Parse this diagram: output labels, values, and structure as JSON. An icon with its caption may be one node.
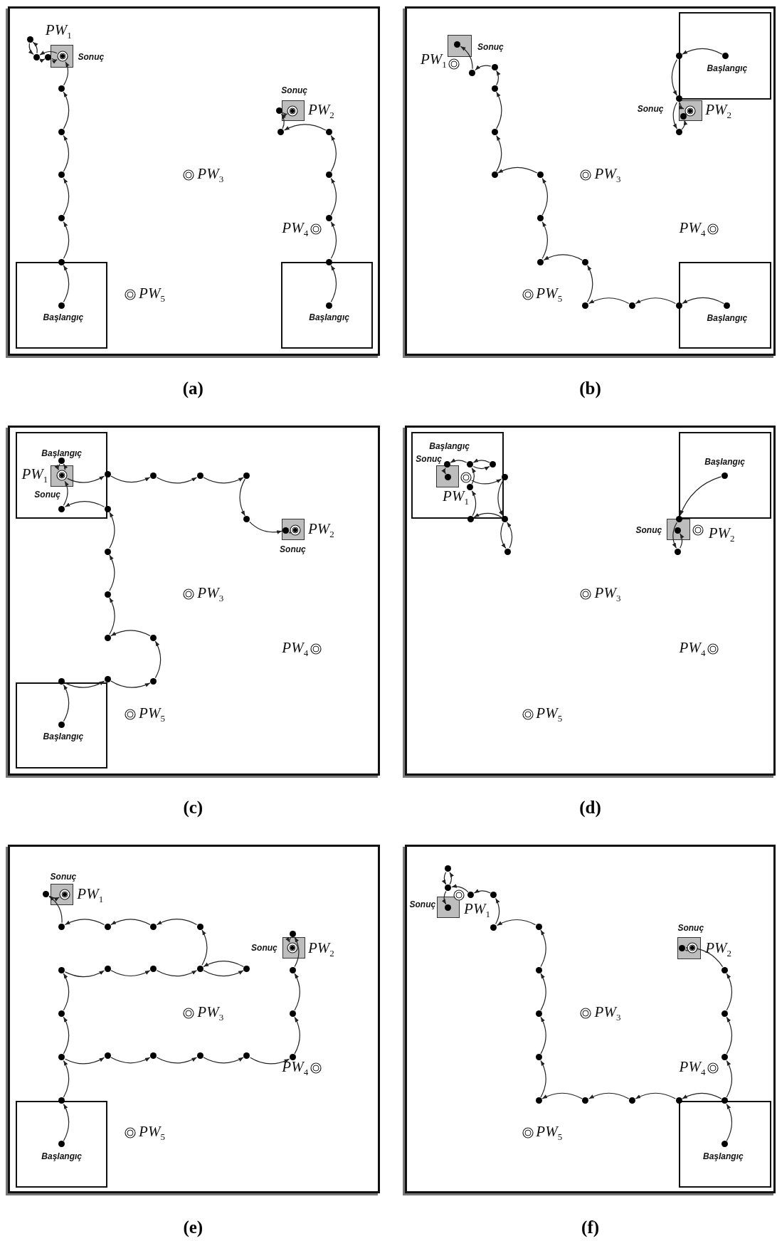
{
  "diagram": {
    "nodes": [
      {
        "text": [],
        "shape": "box",
        "beside": [
          "(a)"
        ]
      },
      {
        "text": [
          "Başlangıç"
        ],
        "in": 0
      },
      {
        "text": [
          "Başlangıç"
        ],
        "in": 0
      },
      {
        "text": [],
        "shape": "box",
        "in": 0,
        "beside": [
          "Sonuç"
        ]
      },
      {
        "text": [],
        "shape": "circle",
        "in": 3,
        "beside": [
          "PW$_{1}$"
        ]
      },
      {
        "text": [],
        "shape": "box",
        "in": 0,
        "beside": [
          "Sonuç"
        ]
      },
      {
        "text": [],
        "shape": "circle",
        "in": 5,
        "beside": [
          "PW$_{2}$"
        ]
      },
      {
        "text": [],
        "shape": "circle",
        "in": 0,
        "beside": [
          "PW$_{3}$"
        ]
      },
      {
        "text": [],
        "shape": "circle",
        "in": 0,
        "beside": [
          "PW$_{4}$"
        ]
      },
      {
        "text": [],
        "shape": "circle",
        "in": 0,
        "beside": [
          "PW$_{5}$"
        ]
      },
      {
        "text": [],
        "shape": "circle",
        "in": 1
      },
      {
        "text": [],
        "shape": "circle",
        "in": 0
      },
      {
        "text": [],
        "shape": "circle",
        "in": 0
      },
      {
        "text": [],
        "shape": "circle",
        "in": 0
      },
      {
        "text": [],
        "shape": "circle",
        "in": 0
      },
      {
        "text": [],
        "shape": "circle",
        "in": 0
      },
      {
        "text": [],
        "shape": "circle",
        "in": 0
      },
      {
        "text": [],
        "shape": "circle",
        "in": 0
      },
      {
        "text": [],
        "shape": "circle",
        "in": 0
      },
      {
        "text": [],
        "shape": "circle",
        "in": 2
      },
      {
        "text": [],
        "shape": "circle",
        "in": 0
      },
      {
        "text": [],
        "shape": "circle",
        "in": 0
      },
      {
        "text": [],
        "shape": "circle",
        "in": 0
      },
      {
        "text": [],
        "shape": "circle",
        "in": 0
      },
      {
        "text": [],
        "shape": "circle",
        "in": 0
      },
      {
        "text": [],
        "shape": "circle",
        "in": 0
      },
      {
        "text": [],
        "shape": "box",
        "beside": [
          "(b)"
        ]
      },
      {
        "text": [
          "Başlangıç"
        ],
        "in": 26
      },
      {
        "text": [
          "Başlangıç"
        ],
        "in": 26
      },
      {
        "text": [],
        "shape": "box",
        "in": 26,
        "beside": [
          "Sonuç"
        ]
      },
      {
        "text": [],
        "shape": "circle",
        "in": 29
      },
      {
        "text": [],
        "shape": "circle",
        "in": 26,
        "beside": [
          "PW$_{1}$"
        ]
      },
      {
        "text": [],
        "shape": "box",
        "in": 26,
        "beside": [
          "Sonuç"
        ]
      },
      {
        "text": [],
        "shape": "circle",
        "in": 32,
        "beside": [
          "PW$_{2}$"
        ]
      },
      {
        "text": [],
        "shape": "circle",
        "in": 26,
        "beside": [
          "PW$_{3}$"
        ]
      },
      {
        "text": [],
        "shape": "circle",
        "in": 26,
        "beside": [
          "PW$_{4}$"
        ]
      },
      {
        "text": [],
        "shape": "circle",
        "in": 26,
        "beside": [
          "PW$_{5}$"
        ]
      },
      {
        "text": [],
        "shape": "circle",
        "in": 28
      },
      {
        "text": [],
        "shape": "circle",
        "in": 26
      },
      {
        "text": [],
        "shape": "circle",
        "in": 26
      },
      {
        "text": [],
        "shape": "circle",
        "in": 26
      },
      {
        "text": [],
        "shape": "circle",
        "in": 26
      },
      {
        "text": [],
        "shape": "circle",
        "in": 26
      },
      {
        "text": [],
        "shape": "circle",
        "in": 26
      },
      {
        "text": [],
        "shape": "circle",
        "in": 26
      },
      {
        "text": [],
        "shape": "circle",
        "in": 26
      },
      {
        "text": [],
        "shape": "circle",
        "in": 26
      },
      {
        "text": [],
        "shape": "circle",
        "in": 26
      },
      {
        "text": [],
        "shape": "circle",
        "in": 26
      },
      {
        "text": [],
        "shape": "circle",
        "in": 26
      },
      {
        "text": [],
        "shape": "circle",
        "in": 27
      },
      {
        "text": [],
        "shape": "circle",
        "in": 26
      },
      {
        "text": [],
        "shape": "circle",
        "in": 26
      },
      {
        "text": [],
        "shape": "circle",
        "in": 26
      },
      {
        "text": [],
        "shape": "circle",
        "in": 32
      },
      {
        "text": [],
        "shape": "box",
        "beside": [
          "(c)"
        ]
      },
      {
        "text": [
          "Başlangıç"
        ],
        "in": 55
      },
      {
        "text": [
          "Başlangıç"
        ],
        "in": 55
      },
      {
        "text": [],
        "shape": "box",
        "in": 56,
        "beside": [
          "Sonuç"
        ]
      },
      {
        "text": [],
        "shape": "circle",
        "in": 56
      },
      {
        "text": [],
        "shape": "circle",
        "in": 58,
        "beside": [
          "PW$_{1}$"
        ]
      },
      {
        "text": [],
        "shape": "box",
        "in": 55,
        "beside": [
          "Sonuç"
        ]
      },
      {
        "text": [],
        "shape": "circle",
        "in": 61
      },
      {
        "text": [],
        "shape": "circle",
        "in": 61,
        "beside": [
          "PW$_{2}$"
        ]
      },
      {
        "text": [],
        "shape": "circle",
        "in": 55,
        "beside": [
          "PW$_{3}$"
        ]
      },
      {
        "text": [],
        "shape": "circle",
        "in": 55,
        "beside": [
          "PW$_{4}$"
        ]
      },
      {
        "text": [],
        "shape": "circle",
        "in": 55,
        "beside": [
          "PW$_{5}$"
        ]
      },
      {
        "text": [],
        "shape": "circle",
        "in": 57
      },
      {
        "text": [],
        "shape": "circle",
        "in": 55
      },
      {
        "text": [],
        "shape": "circle",
        "in": 55
      },
      {
        "text": [],
        "shape": "circle",
        "in": 55
      },
      {
        "text": [],
        "shape": "circle",
        "in": 55
      },
      {
        "text": [],
        "shape": "circle",
        "in": 55
      },
      {
        "text": [],
        "shape": "circle",
        "in": 55
      },
      {
        "text": [],
        "shape": "circle",
        "in": 55
      },
      {
        "text": [],
        "shape": "circle",
        "in": 55
      },
      {
        "text": [],
        "shape": "circle",
        "in": 56
      },
      {
        "text": [],
        "shape": "circle",
        "in": 55
      },
      {
        "text": [],
        "shape": "circle",
        "in": 55
      },
      {
        "text": [],
        "shape": "circle",
        "in": 55
      },
      {
        "text": [],
        "shape": "circle",
        "in": 55
      },
      {
        "text": [],
        "shape": "circle",
        "in": 55
      },
      {
        "text": [],
        "shape": "box",
        "beside": [
          "(d)"
        ]
      },
      {
        "text": [
          "Başlangıç"
        ],
        "in": 82
      },
      {
        "text": [
          "Başlangıç"
        ],
        "in": 82
      },
      {
        "text": [],
        "shape": "box",
        "in": 83,
        "beside": [
          "Sonuç"
        ]
      },
      {
        "text": [],
        "shape": "circle",
        "in": 85
      },
      {
        "text": [],
        "shape": "circle",
        "in": 83,
        "beside": [
          "PW$_{1}$"
        ]
      },
      {
        "text": [],
        "shape": "box",
        "in": 82,
        "beside": [
          "Sonuç"
        ]
      },
      {
        "text": [],
        "shape": "circle",
        "in": 88
      },
      {
        "text": [],
        "shape": "circle",
        "in": 82,
        "beside": [
          "PW$_{2}$"
        ]
      },
      {
        "text": [],
        "shape": "circle",
        "in": 82,
        "beside": [
          "PW$_{3}$"
        ]
      },
      {
        "text": [],
        "shape": "circle",
        "in": 82,
        "beside": [
          "PW$_{4}$"
        ]
      },
      {
        "text": [],
        "shape": "circle",
        "in": 82,
        "beside": [
          "PW$_{5}$"
        ]
      },
      {
        "text": [],
        "shape": "circle",
        "in": 83
      },
      {
        "text": [],
        "shape": "circle",
        "in": 83
      },
      {
        "text": [],
        "shape": "circle",
        "in": 83
      },
      {
        "text": [],
        "shape": "circle",
        "in": 83
      },
      {
        "text": [],
        "shape": "circle",
        "in": 82
      },
      {
        "text": [],
        "shape": "circle",
        "in": 82
      },
      {
        "text": [],
        "shape": "circle",
        "in": 82
      },
      {
        "text": [],
        "shape": "circle",
        "in": 82
      },
      {
        "text": [],
        "shape": "circle",
        "in": 84
      },
      {
        "text": [],
        "shape": "circle",
        "in": 82
      },
      {
        "text": [],
        "shape": "circle",
        "in": 82
      },
      {
        "text": [],
        "shape": "box",
        "beside": [
          "(e)"
        ]
      },
      {
        "text": [
          "Başlangıç"
        ],
        "in": 105
      },
      {
        "text": [],
        "shape": "box",
        "in": 105,
        "beside": [
          "Sonuç"
        ]
      },
      {
        "text": [],
        "shape": "circle",
        "in": 105
      },
      {
        "text": [],
        "shape": "circle",
        "in": 107,
        "beside": [
          "PW$_{1}$"
        ]
      },
      {
        "text": [],
        "shape": "box",
        "in": 105,
        "beside": [
          "Sonuç"
        ]
      },
      {
        "text": [],
        "shape": "circle",
        "in": 105
      },
      {
        "text": [],
        "shape": "circle",
        "in": 110,
        "beside": [
          "PW$_{2}$"
        ]
      },
      {
        "text": [],
        "shape": "circle",
        "in": 105,
        "beside": [
          "PW$_{3}$"
        ]
      },
      {
        "text": [],
        "shape": "circle",
        "in": 105,
        "beside": [
          "PW$_{4}$"
        ]
      },
      {
        "text": [],
        "shape": "circle",
        "in": 105,
        "beside": [
          "PW$_{5}$"
        ]
      },
      {
        "text": [],
        "shape": "circle",
        "in": 106
      },
      {
        "text": [],
        "shape": "circle",
        "in": 105
      },
      {
        "text": [],
        "shape": "circle",
        "in": 105
      },
      {
        "text": [],
        "shape": "circle",
        "in": 105
      },
      {
        "text": [],
        "shape": "circle",
        "in": 105
      },
      {
        "text": [],
        "shape": "circle",
        "in": 105
      },
      {
        "text": [],
        "shape": "circle",
        "in": 105
      },
      {
        "text": [],
        "shape": "circle",
        "in": 105
      },
      {
        "text": [],
        "shape": "circle",
        "in": 105
      },
      {
        "text": [],
        "shape": "circle",
        "in": 105
      },
      {
        "text": [],
        "shape": "circle",
        "in": 105
      },
      {
        "text": [],
        "shape": "circle",
        "in": 105
      },
      {
        "text": [],
        "shape": "circle",
        "in": 105
      },
      {
        "text": [],
        "shape": "circle",
        "in": 105
      },
      {
        "text": [],
        "shape": "circle",
        "in": 105
      },
      {
        "text": [],
        "shape": "circle",
        "in": 105
      },
      {
        "text": [],
        "shape": "circle",
        "in": 105
      },
      {
        "text": [],
        "shape": "circle",
        "in": 105
      },
      {
        "text": [],
        "shape": "circle",
        "in": 105
      },
      {
        "text": [],
        "shape": "circle",
        "in": 105
      },
      {
        "text": [],
        "shape": "box",
        "beside": [
          "(f)"
        ]
      },
      {
        "text": [
          "Başlangıç"
        ],
        "in": 136
      },
      {
        "text": [],
        "shape": "box",
        "in": 136,
        "beside": [
          "Sonuç"
        ]
      },
      {
        "text": [],
        "shape": "circle",
        "in": 138
      },
      {
        "text": [],
        "shape": "circle",
        "in": 136,
        "beside": [
          "PW$_{1}$"
        ]
      },
      {
        "text": [],
        "shape": "box",
        "in": 136,
        "beside": [
          "Sonuç"
        ]
      },
      {
        "text": [],
        "shape": "circle",
        "in": 141
      },
      {
        "text": [],
        "shape": "circle",
        "in": 141,
        "beside": [
          "PW$_{2}$"
        ]
      },
      {
        "text": [],
        "shape": "circle",
        "in": 136,
        "beside": [
          "PW$_{3}$"
        ]
      },
      {
        "text": [],
        "shape": "circle",
        "in": 136,
        "beside": [
          "PW$_{4}$"
        ]
      },
      {
        "text": [],
        "shape": "circle",
        "in": 136,
        "beside": [
          "PW$_{5}$"
        ]
      },
      {
        "text": [],
        "shape": "circle",
        "in": 137
      },
      {
        "text": [],
        "shape": "circle",
        "in": 136
      },
      {
        "text": [],
        "shape": "circle",
        "in": 136
      },
      {
        "text": [],
        "shape": "circle",
        "in": 136
      },
      {
        "text": [],
        "shape": "circle",
        "in": 136
      },
      {
        "text": [],
        "shape": "circle",
        "in": 136
      },
      {
        "text": [],
        "shape": "circle",
        "in": 136
      },
      {
        "text": [],
        "shape": "circle",
        "in": 136
      },
      {
        "text": [],
        "shape": "circle",
        "in": 136
      },
      {
        "text": [],
        "shape": "circle",
        "in": 136
      },
      {
        "text": [],
        "shape": "circle",
        "in": 136
      },
      {
        "text": [],
        "shape": "circle",
        "in": 136
      },
      {
        "text": [],
        "shape": "circle",
        "in": 136
      },
      {
        "text": [],
        "shape": "circle",
        "in": 136
      },
      {
        "text": [],
        "shape": "circle",
        "in": 136
      },
      {
        "text": [],
        "shape": "circle",
        "in": 136
      },
      {
        "text": [],
        "shape": "circle",
        "in": 136
      },
      {
        "text": [],
        "shape": "circle",
        "in": 136
      }
    ],
    "edges": [
      {
        "from": 10,
        "to": 11,
        "arrow": "to"
      },
      {
        "from": 11,
        "to": 12,
        "arrow": "to"
      },
      {
        "from": 12,
        "to": 13,
        "arrow": "to"
      },
      {
        "from": 13,
        "to": 14,
        "arrow": "to"
      },
      {
        "from": 14,
        "to": 15,
        "arrow": "to"
      },
      {
        "from": 15,
        "to": 4,
        "arrow": "to"
      },
      {
        "from": 4,
        "to": 17,
        "arrow": "to"
      },
      {
        "from": 17,
        "to": 18,
        "arrow": "to"
      },
      {
        "from": 18,
        "to": 17,
        "arrow": "to"
      },
      {
        "from": 17,
        "to": 16,
        "arrow": "to"
      },
      {
        "from": 16,
        "to": 4,
        "arrow": "to"
      },
      {
        "from": 19,
        "to": 20,
        "arrow": "to"
      },
      {
        "from": 20,
        "to": 21,
        "arrow": "to"
      },
      {
        "from": 21,
        "to": 22,
        "arrow": "to"
      },
      {
        "from": 22,
        "to": 23,
        "arrow": "to"
      },
      {
        "from": 23,
        "to": 24,
        "arrow": "to"
      },
      {
        "from": 24,
        "to": 25,
        "arrow": "to"
      },
      {
        "from": 25,
        "to": 6,
        "arrow": "to"
      },
      {
        "from": 37,
        "to": 38,
        "arrow": "to"
      },
      {
        "from": 38,
        "to": 39,
        "arrow": "to"
      },
      {
        "from": 39,
        "to": 40,
        "arrow": "to"
      },
      {
        "from": 40,
        "to": 41,
        "arrow": "to"
      },
      {
        "from": 41,
        "to": 42,
        "arrow": "to"
      },
      {
        "from": 42,
        "to": 43,
        "arrow": "to"
      },
      {
        "from": 43,
        "to": 44,
        "arrow": "to"
      },
      {
        "from": 44,
        "to": 45,
        "arrow": "to"
      },
      {
        "from": 45,
        "to": 46,
        "arrow": "to"
      },
      {
        "from": 46,
        "to": 47,
        "arrow": "to"
      },
      {
        "from": 47,
        "to": 48,
        "arrow": "to"
      },
      {
        "from": 48,
        "to": 49,
        "arrow": "to"
      },
      {
        "from": 49,
        "to": 30,
        "arrow": "to"
      },
      {
        "from": 50,
        "to": 51,
        "arrow": "to"
      },
      {
        "from": 51,
        "to": 52,
        "arrow": "to"
      },
      {
        "from": 52,
        "to": 53,
        "arrow": "to"
      },
      {
        "from": 53,
        "to": 54,
        "arrow": "to"
      },
      {
        "from": 52,
        "to": 33,
        "arrow": "to"
      },
      {
        "from": 67,
        "to": 68,
        "arrow": "to"
      },
      {
        "from": 68,
        "to": 69,
        "arrow": "to"
      },
      {
        "from": 69,
        "to": 70,
        "arrow": "to"
      },
      {
        "from": 70,
        "to": 71,
        "arrow": "to"
      },
      {
        "from": 71,
        "to": 72,
        "arrow": "to"
      },
      {
        "from": 72,
        "to": 73,
        "arrow": "to"
      },
      {
        "from": 73,
        "to": 74,
        "arrow": "to"
      },
      {
        "from": 74,
        "to": 75,
        "arrow": "to"
      },
      {
        "from": 75,
        "to": 76,
        "arrow": "to"
      },
      {
        "from": 76,
        "to": 60,
        "arrow": "to"
      },
      {
        "from": 60,
        "to": 59,
        "arrow": "to"
      },
      {
        "from": 59,
        "to": 60,
        "arrow": "to"
      },
      {
        "from": 60,
        "to": 77,
        "arrow": "to"
      },
      {
        "from": 77,
        "to": 78,
        "arrow": "to"
      },
      {
        "from": 78,
        "to": 79,
        "arrow": "to"
      },
      {
        "from": 79,
        "to": 80,
        "arrow": "to"
      },
      {
        "from": 80,
        "to": 81,
        "arrow": "to"
      },
      {
        "from": 81,
        "to": 62,
        "arrow": "to"
      },
      {
        "from": 62,
        "to": 63,
        "arrow": "to"
      },
      {
        "from": 87,
        "to": 98,
        "arrow": "to"
      },
      {
        "from": 98,
        "to": 99,
        "arrow": "to"
      },
      {
        "from": 99,
        "to": 100,
        "arrow": "to"
      },
      {
        "from": 100,
        "to": 99,
        "arrow": "to"
      },
      {
        "from": 99,
        "to": 101,
        "arrow": "to"
      },
      {
        "from": 101,
        "to": 97,
        "arrow": "to"
      },
      {
        "from": 97,
        "to": 95,
        "arrow": "to"
      },
      {
        "from": 95,
        "to": 96,
        "arrow": "to"
      },
      {
        "from": 96,
        "to": 95,
        "arrow": "to"
      },
      {
        "from": 95,
        "to": 94,
        "arrow": "to"
      },
      {
        "from": 94,
        "to": 86,
        "arrow": "to"
      },
      {
        "from": 102,
        "to": 103,
        "arrow": "to"
      },
      {
        "from": 103,
        "to": 104,
        "arrow": "to"
      },
      {
        "from": 104,
        "to": 89,
        "arrow": "to"
      },
      {
        "from": 116,
        "to": 117,
        "arrow": "to"
      },
      {
        "from": 117,
        "to": 118,
        "arrow": "to"
      },
      {
        "from": 118,
        "to": 119,
        "arrow": "to"
      },
      {
        "from": 119,
        "to": 120,
        "arrow": "to"
      },
      {
        "from": 120,
        "to": 121,
        "arrow": "to"
      },
      {
        "from": 121,
        "to": 122,
        "arrow": "to"
      },
      {
        "from": 122,
        "to": 123,
        "arrow": "to"
      },
      {
        "from": 123,
        "to": 124,
        "arrow": "to"
      },
      {
        "from": 124,
        "to": 125,
        "arrow": "to"
      },
      {
        "from": 125,
        "to": 111,
        "arrow": "to"
      },
      {
        "from": 111,
        "to": 112,
        "arrow": "to"
      },
      {
        "from": 118,
        "to": 126,
        "arrow": "to"
      },
      {
        "from": 126,
        "to": 127,
        "arrow": "to"
      },
      {
        "from": 127,
        "to": 128,
        "arrow": "to"
      },
      {
        "from": 128,
        "to": 129,
        "arrow": "to"
      },
      {
        "from": 129,
        "to": 130,
        "arrow": "to"
      },
      {
        "from": 130,
        "to": 131,
        "arrow": "to"
      },
      {
        "from": 131,
        "to": 130,
        "arrow": "to"
      },
      {
        "from": 130,
        "to": 132,
        "arrow": "to"
      },
      {
        "from": 132,
        "to": 133,
        "arrow": "to"
      },
      {
        "from": 133,
        "to": 134,
        "arrow": "to"
      },
      {
        "from": 134,
        "to": 135,
        "arrow": "to"
      },
      {
        "from": 135,
        "to": 108,
        "arrow": "to"
      },
      {
        "from": 108,
        "to": 109,
        "arrow": "to"
      },
      {
        "from": 147,
        "to": 148,
        "arrow": "to"
      },
      {
        "from": 148,
        "to": 149,
        "arrow": "to"
      },
      {
        "from": 149,
        "to": 150,
        "arrow": "to"
      },
      {
        "from": 150,
        "to": 151,
        "arrow": "to"
      },
      {
        "from": 151,
        "to": 142,
        "arrow": "to"
      },
      {
        "from": 142,
        "to": 143,
        "arrow": "to"
      },
      {
        "from": 148,
        "to": 152,
        "arrow": "to"
      },
      {
        "from": 152,
        "to": 153,
        "arrow": "to"
      },
      {
        "from": 153,
        "to": 154,
        "arrow": "to"
      },
      {
        "from": 154,
        "to": 155,
        "arrow": "to"
      },
      {
        "from": 155,
        "to": 156,
        "arrow": "to"
      },
      {
        "from": 156,
        "to": 157,
        "arrow": "to"
      },
      {
        "from": 157,
        "to": 158,
        "arrow": "to"
      },
      {
        "from": 158,
        "to": 159,
        "arrow": "to"
      },
      {
        "from": 159,
        "to": 160,
        "arrow": "to"
      },
      {
        "from": 160,
        "to": 161,
        "arrow": "to"
      },
      {
        "from": 161,
        "to": 162,
        "arrow": "to"
      },
      {
        "from": 162,
        "to": 163,
        "arrow": "to"
      },
      {
        "from": 163,
        "to": 164,
        "arrow": "to"
      },
      {
        "from": 164,
        "to": 163,
        "arrow": "to"
      },
      {
        "from": 163,
        "to": 139,
        "arrow": "to"
      }
    ]
  }
}
